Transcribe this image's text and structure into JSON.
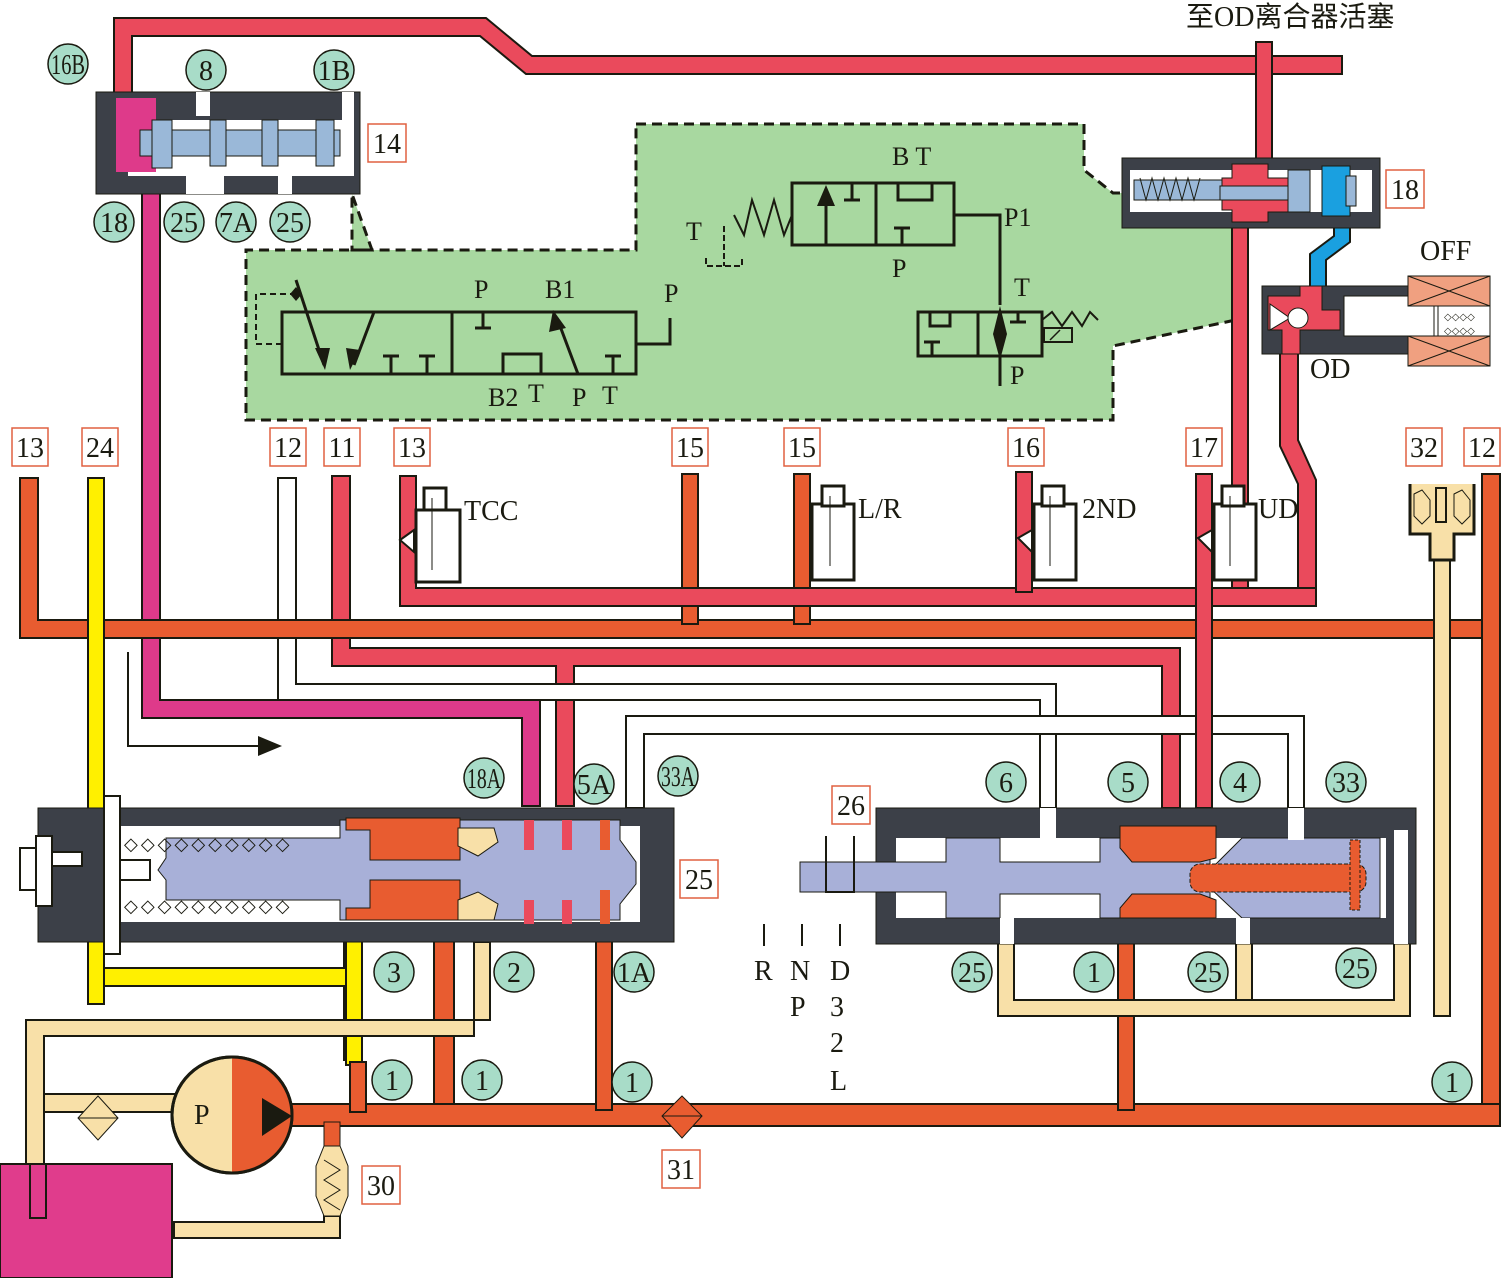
{
  "title": "至OD离合器活塞",
  "colors": {
    "line_pressure": "#e85c30",
    "red_circuit": "#ea4a5c",
    "magenta_circuit": "#de3a8a",
    "yellow_circuit": "#fff000",
    "exhaust": "#f8e0a8",
    "spool": "#9ab8d8",
    "valve_body": "#3c4048",
    "green_panel": "#a8d8a0",
    "port_circle": "#a8dcc8",
    "label_box_border": "#e06040",
    "reservoir": "#e03c8c",
    "blue_circuit": "#1aa0e0"
  },
  "valves": {
    "v14": {
      "id": "14",
      "ports_top": [
        "16B",
        "8",
        "1B"
      ],
      "ports_bottom": [
        "18",
        "25",
        "7A",
        "25"
      ]
    },
    "v18": {
      "id": "18"
    },
    "od_solenoid": {
      "label": "OD",
      "state": "OFF"
    },
    "v25": {
      "id": "25",
      "ports_top": [
        "18A",
        "5A",
        "33A"
      ],
      "ports_bottom": [
        "3",
        "2",
        "1A"
      ]
    },
    "v26": {
      "id": "26",
      "ports_top": [
        "6",
        "5",
        "4",
        "33"
      ],
      "ports_bottom": [
        "25",
        "1",
        "25",
        "25"
      ]
    },
    "v30": {
      "id": "30"
    },
    "v31": {
      "id": "31"
    },
    "v32": {
      "id": "32"
    }
  },
  "line_labels": [
    "13",
    "24",
    "12",
    "11",
    "13",
    "15",
    "15",
    "16",
    "17",
    "32",
    "12"
  ],
  "solenoids": [
    {
      "name": "TCC"
    },
    {
      "name": "L/R"
    },
    {
      "name": "2ND"
    },
    {
      "name": "UD"
    }
  ],
  "pump": {
    "label": "P"
  },
  "line_ports": [
    "1",
    "1",
    "1",
    "1"
  ],
  "gear_positions": {
    "col1": [
      "R"
    ],
    "col2": [
      "N",
      "P"
    ],
    "col3": [
      "D",
      "3",
      "2",
      "L"
    ]
  },
  "schematic": {
    "left_valve": {
      "top": [
        "P",
        "B1"
      ],
      "bottom": [
        "B2",
        "T",
        "P",
        "T"
      ],
      "right": "P"
    },
    "top_valve": {
      "top": "B T",
      "left": "T",
      "bottom": "P",
      "right": "P1"
    },
    "right_valve": {
      "top": "T",
      "bottom": "P"
    }
  }
}
